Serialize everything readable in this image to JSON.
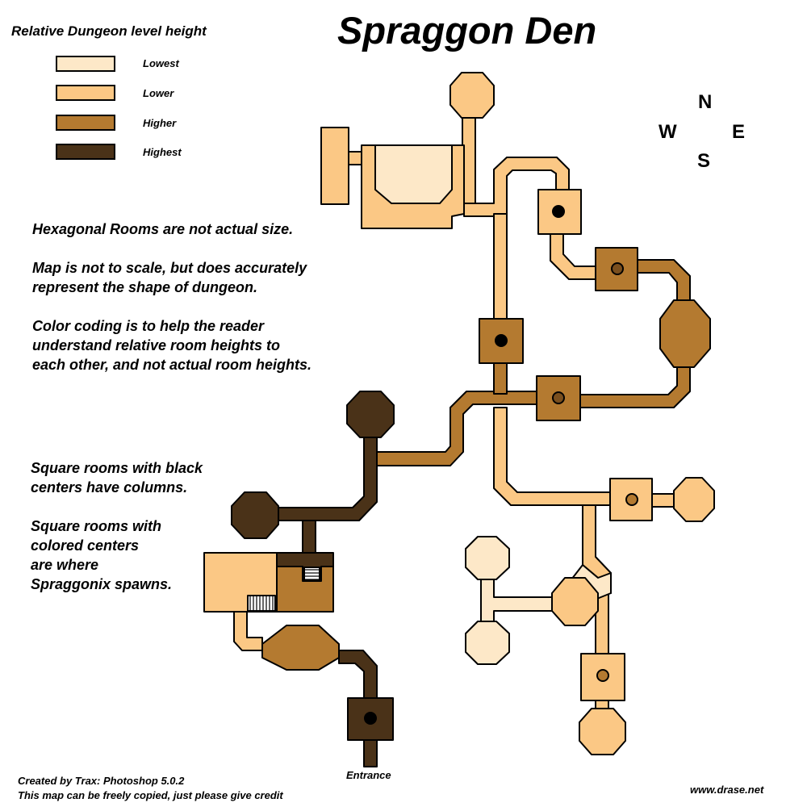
{
  "title": "Spraggon Den",
  "legend": {
    "title": "Relative Dungeon level height",
    "items": [
      {
        "label": "Lowest",
        "color": "#fde8c8"
      },
      {
        "label": "Lower",
        "color": "#fbc885"
      },
      {
        "label": "Higher",
        "color": "#b47a30"
      },
      {
        "label": "Highest",
        "color": "#4a3218"
      }
    ]
  },
  "notes": {
    "n1": "Hexagonal Rooms are not actual size.",
    "n2": "Map is not to scale, but does accurately\nrepresent the shape of dungeon.",
    "n3": "Color coding is to help the reader\nunderstand relative room heights to\neach other, and not actual room heights.",
    "n4": "Square rooms with black\ncenters have columns.",
    "n5": "Square rooms with\ncolored centers\nare where\nSpraggonix spawns."
  },
  "compass": {
    "n": "N",
    "w": "W",
    "e": "E",
    "s": "S"
  },
  "labels": {
    "entrance": "Entrance",
    "credit_line1": "Created by Trax: Photoshop 5.0.2",
    "credit_line2": "This map can be freely copied, just please give credit",
    "website": "www.drase.net"
  }
}
